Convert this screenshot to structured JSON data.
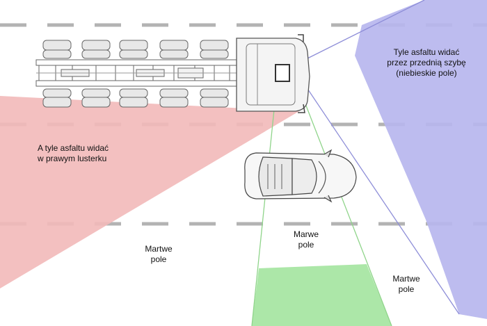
{
  "labels": {
    "front_window": {
      "line1": "Tyle asfaltu widać",
      "line2": "przez przednią szybę",
      "line3": "(niebieskie pole)"
    },
    "right_mirror": {
      "line1": "A tyle asfaltu widać",
      "line2": "w prawym lusterku"
    },
    "blind_spot_left": {
      "line1": "Martwe",
      "line2": "pole"
    },
    "blind_spot_center": {
      "line1": "Marwe",
      "line2": "pole"
    },
    "blind_spot_right": {
      "line1": "Martwe",
      "line2": "pole"
    }
  },
  "colors": {
    "front_window_zone": "#b7b6ee",
    "mirror_zone": "#f2b9b9",
    "ground_zone": "#a8e6a3",
    "lane_marking": "#b3b3b3",
    "sight_line_green": "#8fd48a",
    "sight_line_blue": "#8e8ed8"
  }
}
